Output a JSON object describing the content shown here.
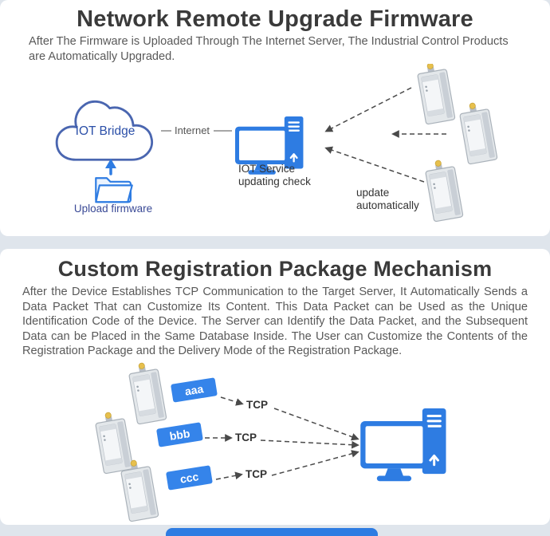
{
  "colors": {
    "accent_blue": "#2e7ce2",
    "packet_blue": "#3584ea",
    "page_bg": "#dfe5ec",
    "panel_bg": "#ffffff",
    "title_text": "#3a3a3a",
    "body_text": "#595959",
    "arrow_line": "#4a4a4a",
    "cloud_outline": "#4a66b0",
    "cloud_text": "#2b4fa8",
    "antenna_yellow": "#e7c04d"
  },
  "section_upgrade": {
    "title": "Network Remote Upgrade Firmware",
    "description": "After The Firmware is Uploaded Through The Internet Server, The Industrial Control Products are Automatically Upgraded.",
    "labels": {
      "cloud": "IOT Bridge",
      "internet": "Internet",
      "service_line1": "IOT Service",
      "service_line2": "updating check",
      "upload": "Upload firmware",
      "update_line1": "update",
      "update_line2": "automatically"
    }
  },
  "section_registration": {
    "title": "Custom Registration Package Mechanism",
    "description": "After the Device Establishes TCP Communication to the Target Server, It Automatically Sends a Data Packet That can Customize Its Content. This Data Packet can be Used as the Unique Identification Code of the Device. The Server can Identify the Data Packet, and the Subsequent Data can be Placed in the Same Database Inside. The User can Customize the Contents of the Registration Package and the Delivery Mode of the Registration Package.",
    "packets": [
      "aaa",
      "bbb",
      "ccc"
    ],
    "tcp_label": "TCP"
  }
}
